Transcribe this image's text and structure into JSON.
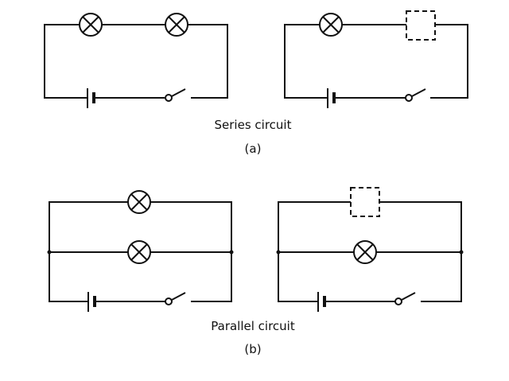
{
  "diagram": {
    "series": {
      "caption": "Series circuit",
      "sublabel": "(a)",
      "circuits": [
        {
          "id": "series-complete",
          "components": [
            "lamp",
            "lamp",
            "battery",
            "switch-open"
          ]
        },
        {
          "id": "series-unknown",
          "components": [
            "lamp",
            "unknown-component",
            "battery",
            "switch-open"
          ]
        }
      ]
    },
    "parallel": {
      "caption": "Parallel circuit",
      "sublabel": "(b)",
      "circuits": [
        {
          "id": "parallel-complete",
          "branches": [
            "lamp",
            "lamp"
          ],
          "components": [
            "battery",
            "switch-open"
          ]
        },
        {
          "id": "parallel-unknown",
          "branches": [
            "unknown-component",
            "lamp"
          ],
          "components": [
            "battery",
            "switch-open"
          ]
        }
      ]
    }
  }
}
